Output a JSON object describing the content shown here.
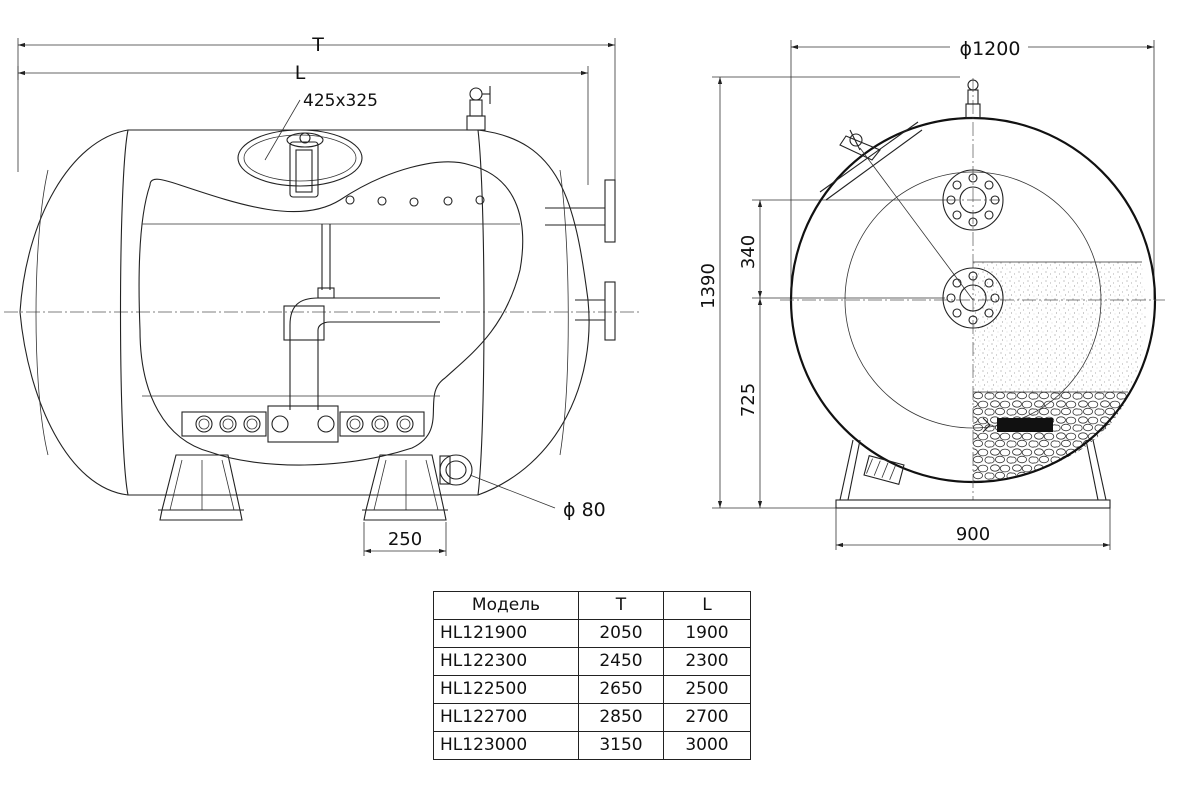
{
  "dimensions": {
    "total_length": "T",
    "body_length": "L",
    "manhole": "425x325",
    "outlet": "ϕ 80",
    "leg_width": "250",
    "diameter": "ϕ1200",
    "height": "1390",
    "nozzle_spacing": "340",
    "nozzle_height": "725",
    "base_width": "900"
  },
  "table": {
    "headers": [
      "Модель",
      "T",
      "L"
    ],
    "rows": [
      [
        "HL121900",
        "2050",
        "1900"
      ],
      [
        "HL122300",
        "2450",
        "2300"
      ],
      [
        "HL122500",
        "2650",
        "2500"
      ],
      [
        "HL122700",
        "2850",
        "2700"
      ],
      [
        "HL123000",
        "3150",
        "3000"
      ]
    ]
  }
}
